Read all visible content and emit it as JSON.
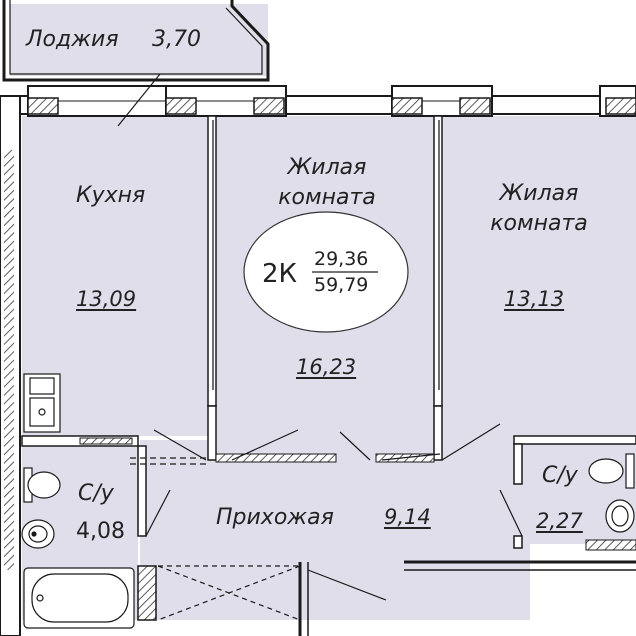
{
  "apartment": {
    "type_label": "2К",
    "living_area": "29,36",
    "total_area": "59,79"
  },
  "rooms": {
    "loggia": {
      "name": "Лоджия",
      "area": "3,70"
    },
    "kitchen": {
      "name": "Кухня",
      "area": "13,09"
    },
    "living1": {
      "name_line1": "Жилая",
      "name_line2": "комната",
      "area": "16,23"
    },
    "living2": {
      "name_line1": "Жилая",
      "name_line2": "комната",
      "area": "13,13"
    },
    "bath1": {
      "name": "С/у",
      "area": "4,08"
    },
    "hall": {
      "name": "Прихожая",
      "area": "9,14"
    },
    "bath2": {
      "name": "С/у",
      "area": "2,27"
    }
  },
  "colors": {
    "room_fill": "#dfdeea",
    "wall": "#1a1a1a",
    "background": "#ffffff"
  }
}
